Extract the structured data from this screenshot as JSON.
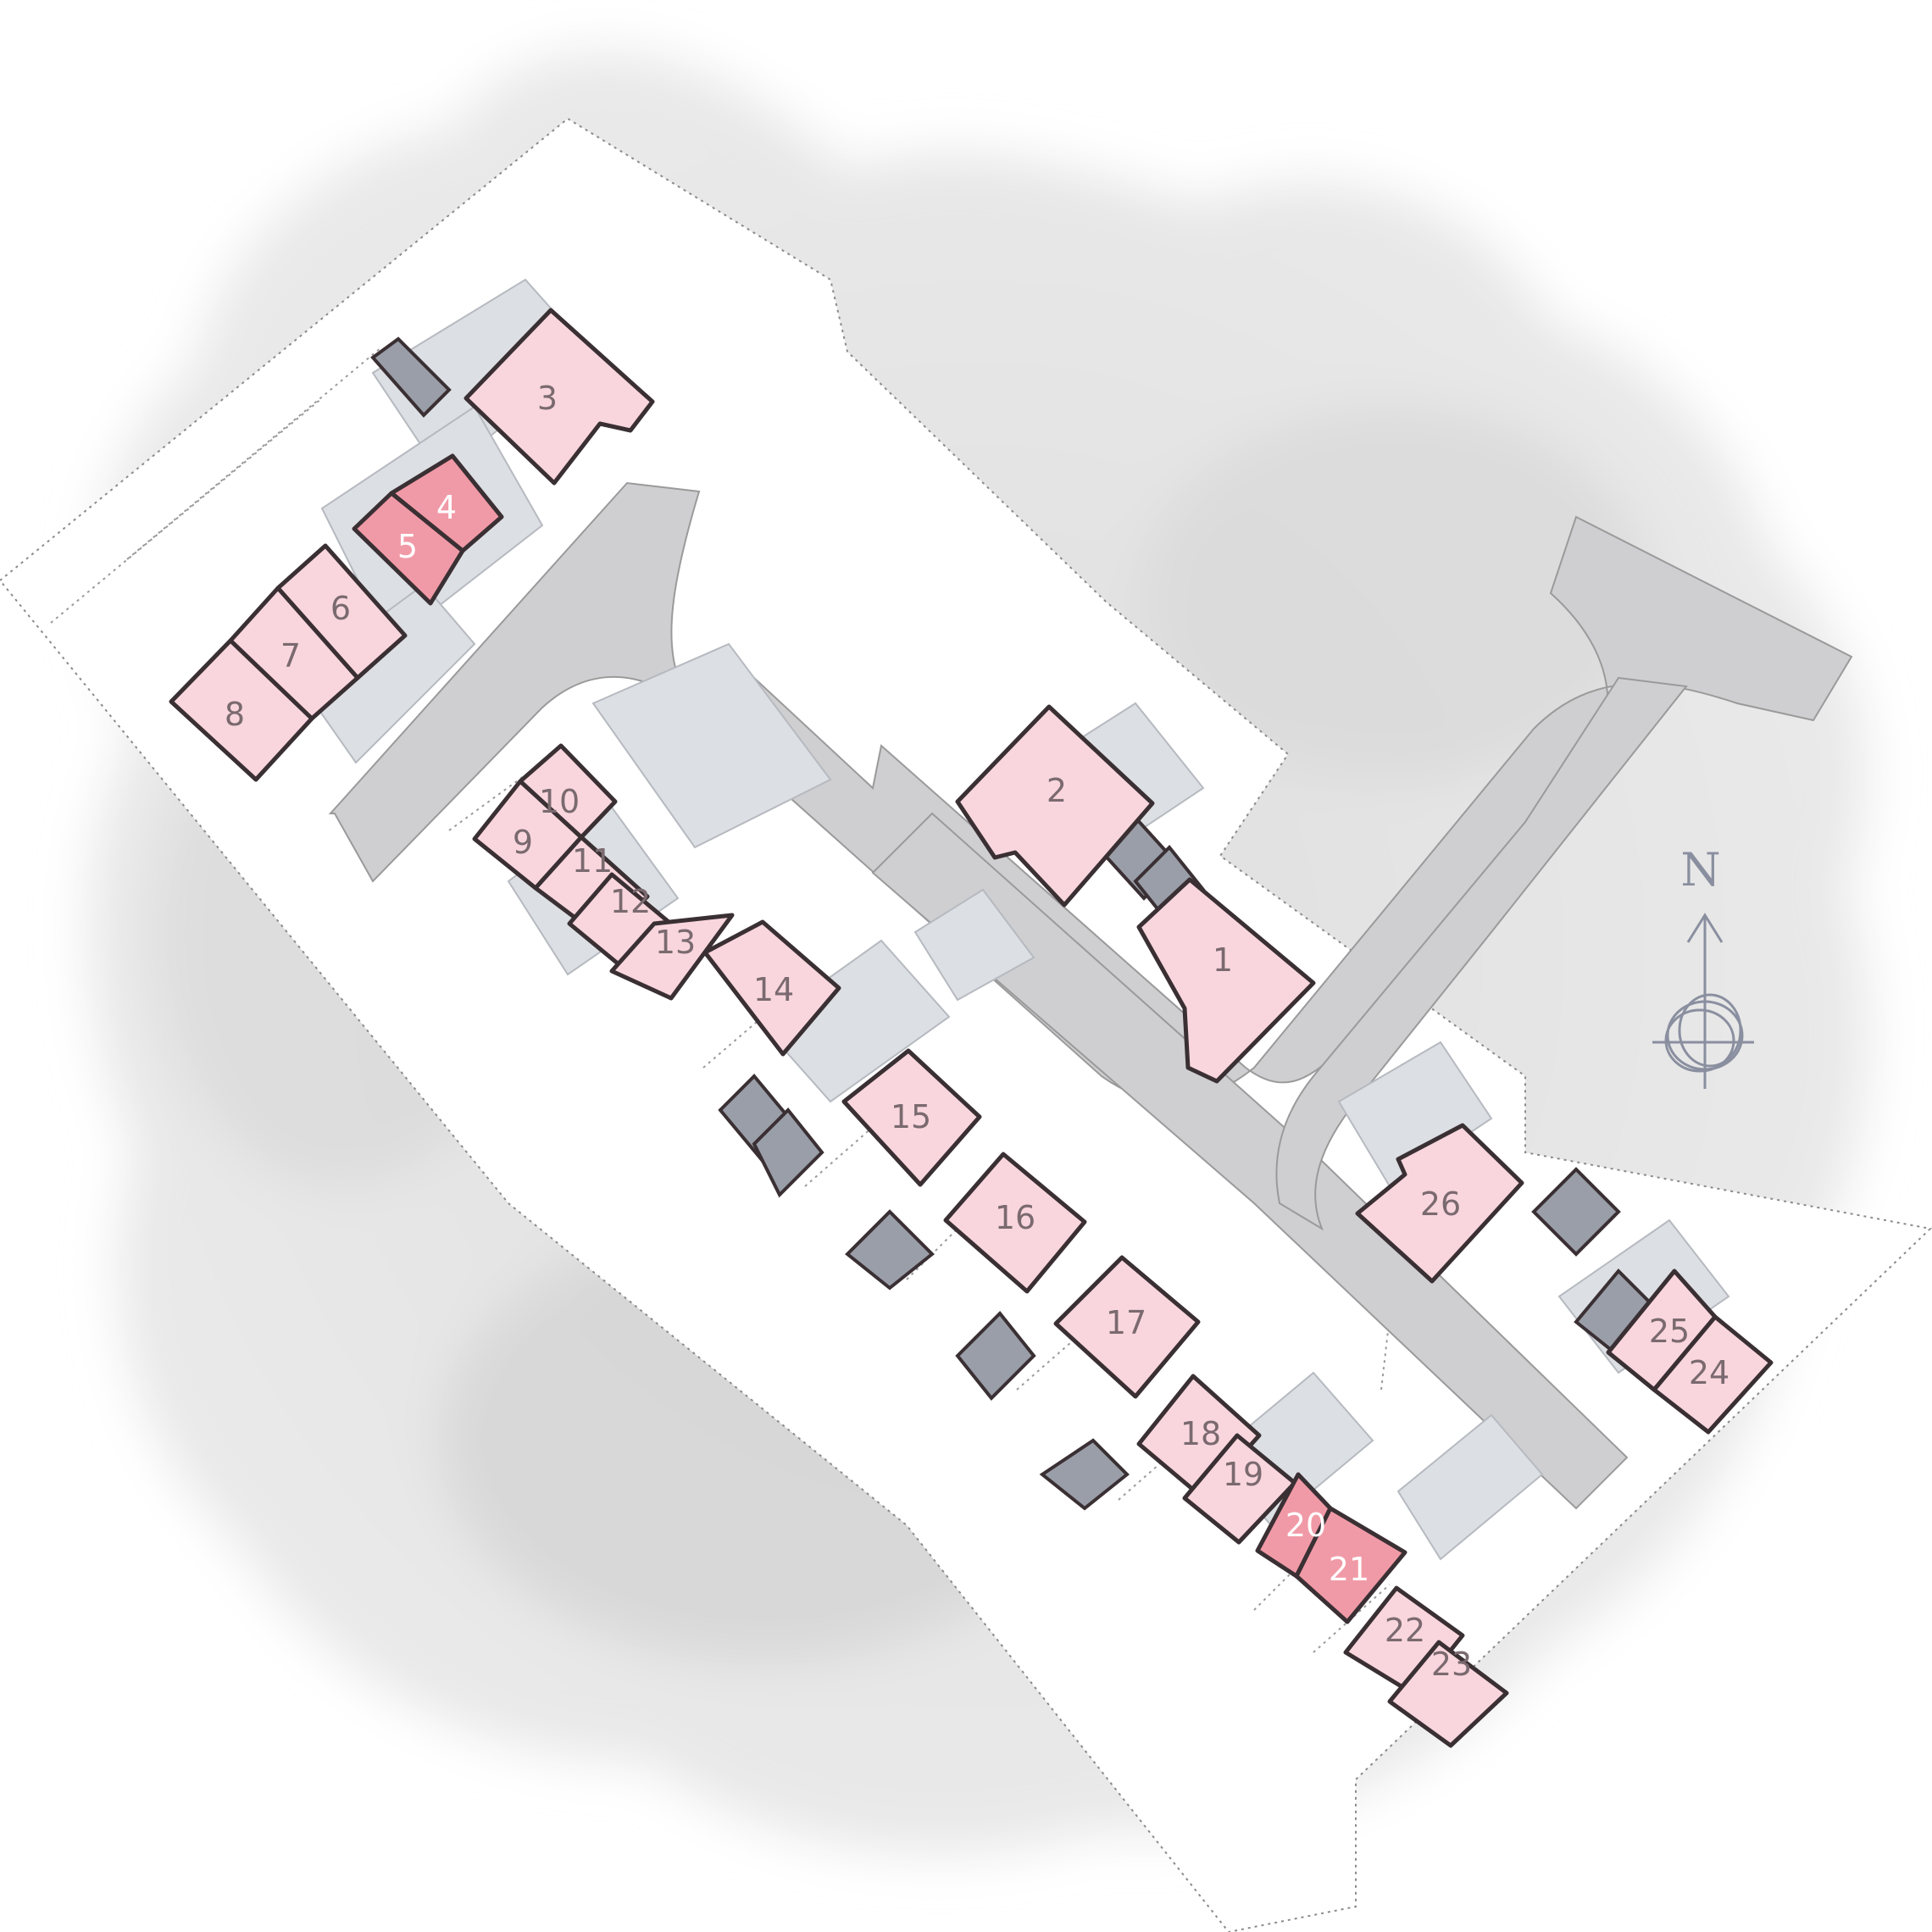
{
  "site_plan": {
    "colors": {
      "plot_fill": "#f9d6dd",
      "plot_highlight": "#f19aa7",
      "garage_fill": "#9a9ea8",
      "road_fill": "#cfcfd1",
      "path_fill": "#dcdfe3",
      "outline": "#3a3034"
    },
    "plots": [
      {
        "label": "1",
        "status": "standard"
      },
      {
        "label": "2",
        "status": "standard"
      },
      {
        "label": "3",
        "status": "standard"
      },
      {
        "label": "4",
        "status": "highlighted"
      },
      {
        "label": "5",
        "status": "highlighted"
      },
      {
        "label": "6",
        "status": "standard"
      },
      {
        "label": "7",
        "status": "standard"
      },
      {
        "label": "8",
        "status": "standard"
      },
      {
        "label": "9",
        "status": "standard"
      },
      {
        "label": "10",
        "status": "standard"
      },
      {
        "label": "11",
        "status": "standard"
      },
      {
        "label": "12",
        "status": "standard"
      },
      {
        "label": "13",
        "status": "standard"
      },
      {
        "label": "14",
        "status": "standard"
      },
      {
        "label": "15",
        "status": "standard"
      },
      {
        "label": "16",
        "status": "standard"
      },
      {
        "label": "17",
        "status": "standard"
      },
      {
        "label": "18",
        "status": "standard"
      },
      {
        "label": "19",
        "status": "standard"
      },
      {
        "label": "20",
        "status": "highlighted"
      },
      {
        "label": "21",
        "status": "highlighted"
      },
      {
        "label": "22",
        "status": "standard"
      },
      {
        "label": "23",
        "status": "standard"
      },
      {
        "label": "24",
        "status": "standard"
      },
      {
        "label": "25",
        "status": "standard"
      },
      {
        "label": "26",
        "status": "standard"
      }
    ],
    "compass": {
      "label": "N",
      "icon": "north-arrow-icon"
    }
  }
}
